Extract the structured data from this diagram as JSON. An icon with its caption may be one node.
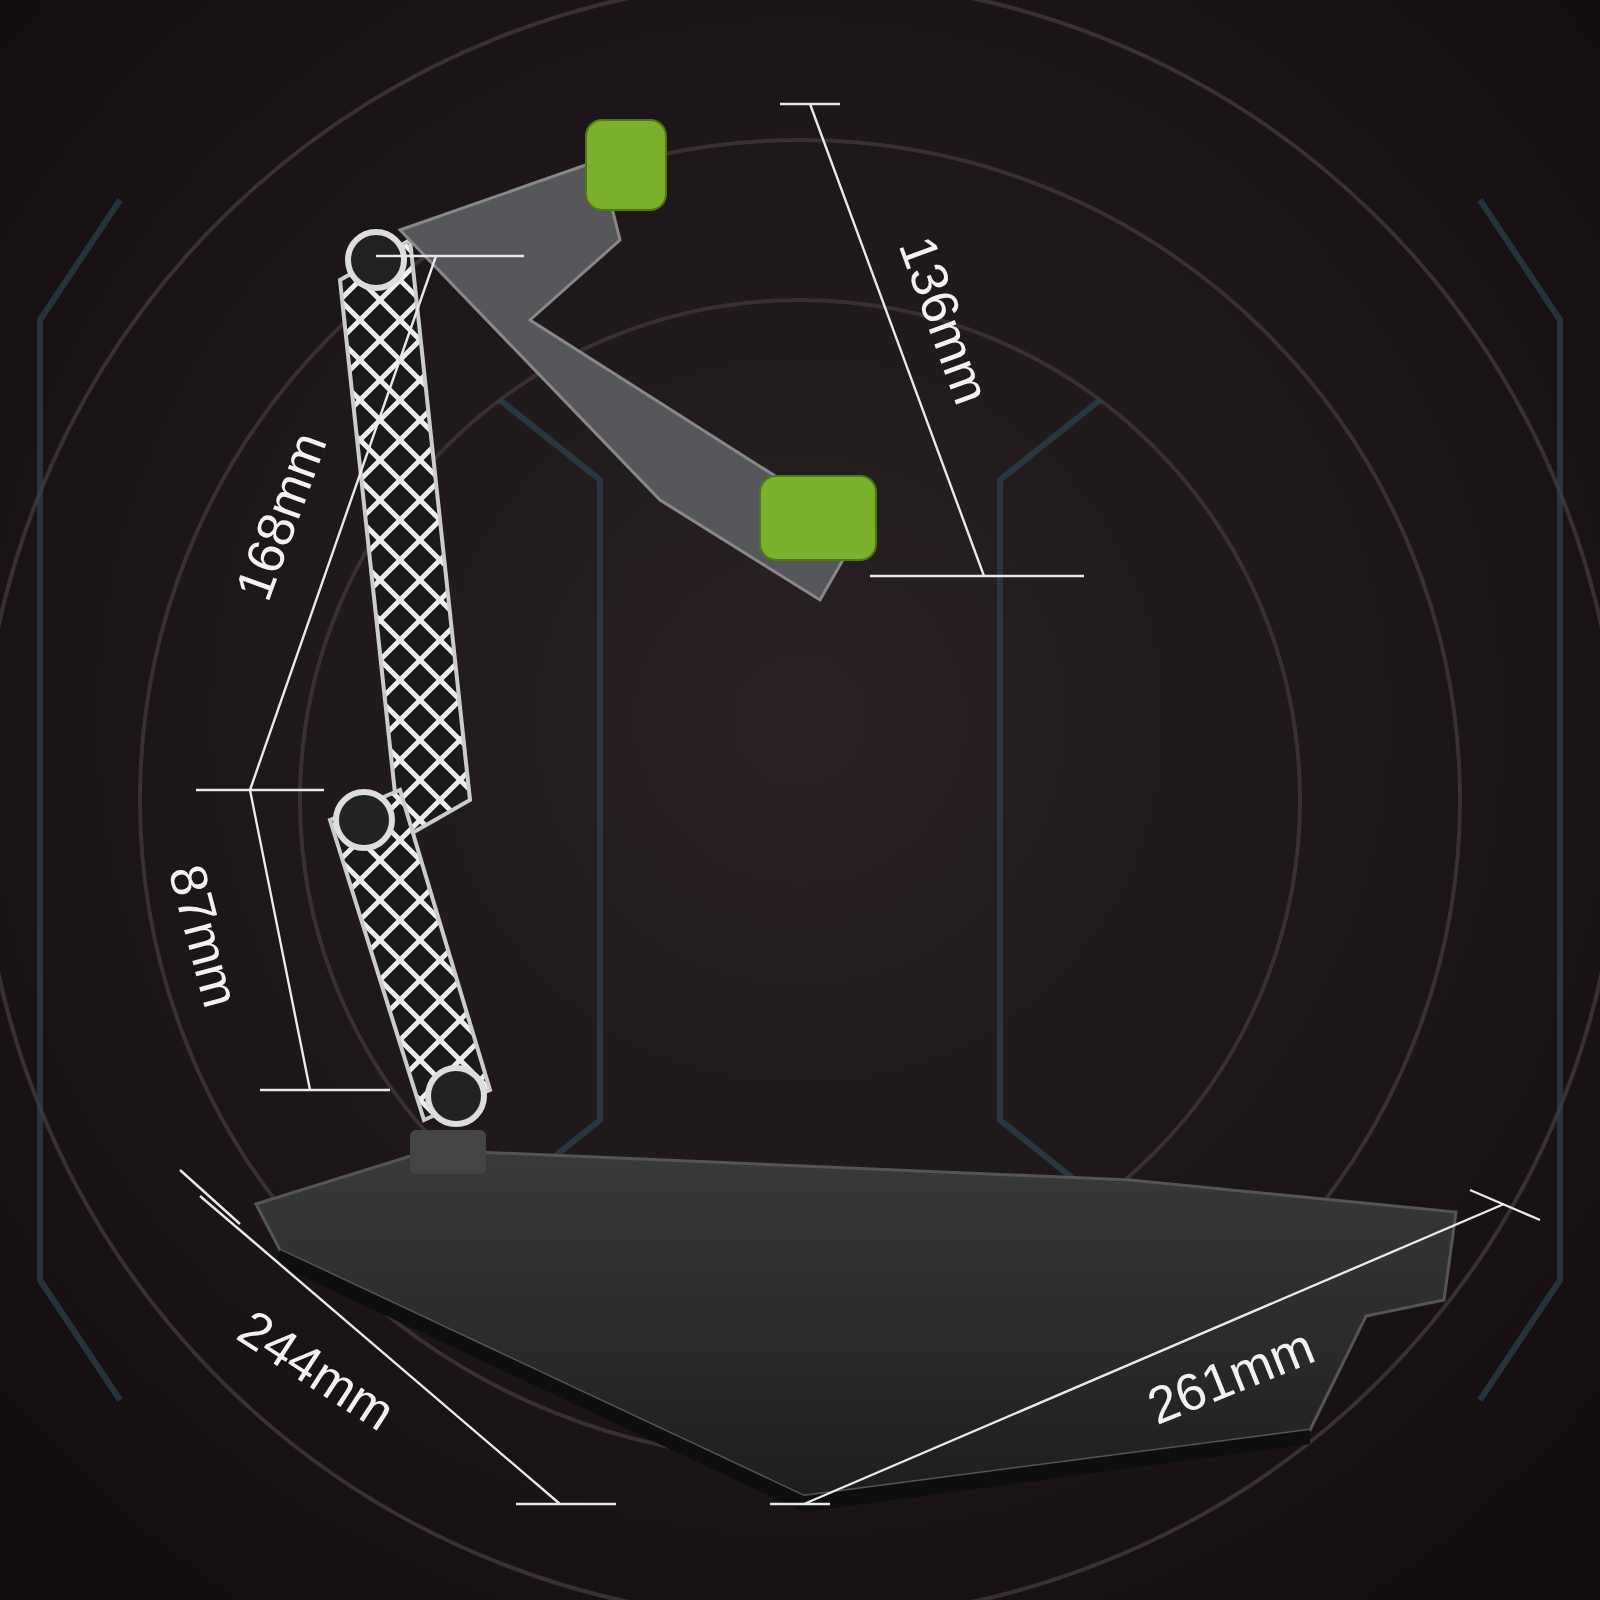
{
  "diagram": {
    "labels": [
      "136mm",
      "168mm",
      "87mm",
      "244mm",
      "261mm"
    ]
  }
}
